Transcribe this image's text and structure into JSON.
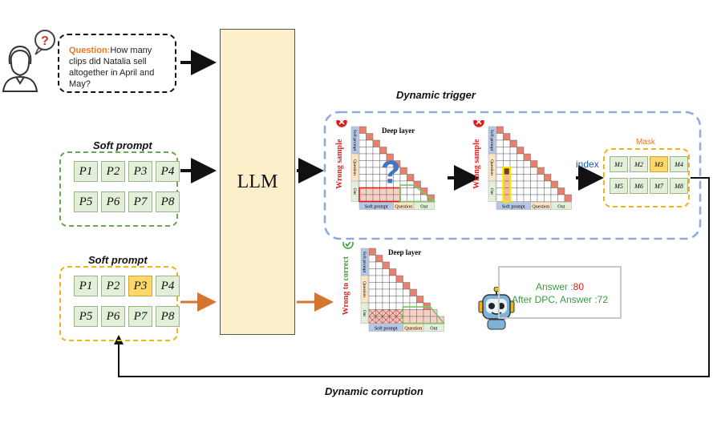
{
  "question": {
    "label": "Question:",
    "text": "How many clips did Natalia sell altogether in April and May?"
  },
  "llm_label": "LLM",
  "soft_prompt_top": {
    "title": "Soft prompt",
    "tokens": [
      "P1",
      "P2",
      "P3",
      "P4",
      "P5",
      "P6",
      "P7",
      "P8"
    ],
    "border_color": "#6aa84f"
  },
  "soft_prompt_bottom": {
    "title": "Soft prompt",
    "tokens": [
      "P1",
      "P2",
      "P3",
      "P4",
      "P5",
      "P6",
      "P7",
      "P8"
    ],
    "highlighted": "P3",
    "border_color": "#f1b21a"
  },
  "dynamic_trigger": {
    "title": "Dynamic trigger",
    "deep_layer": "Deep layer",
    "wrong_sample": "Wrong sample",
    "question_mark": "?",
    "x_labels": [
      "Soft prompt",
      "Question",
      "Out"
    ],
    "y_labels": [
      "Soft prompt",
      "Question",
      "Out"
    ],
    "index_label": "index",
    "mask": {
      "title": "Mask",
      "cells": [
        "M1",
        "M2",
        "M3",
        "M4",
        "M5",
        "M6",
        "M7",
        "M8"
      ],
      "highlighted": "M3"
    }
  },
  "correction": {
    "deep_layer": "Deep layer",
    "wrong_to": "Wrong to",
    "correct": "correct",
    "x_labels": [
      "Soft prompt",
      "Question",
      "Out"
    ],
    "y_labels": [
      "Soft prompt",
      "Question",
      "Out"
    ]
  },
  "answer": {
    "line1_prefix": "Answer :",
    "line1_value": "80",
    "line2": "After DPC, Answer :72"
  },
  "dynamic_corruption": "Dynamic corruption",
  "colors": {
    "accent_red": "#e01b1b",
    "green": "#3a9b3a",
    "blue_dash": "#8eaadb",
    "salmon": "#f4a99a",
    "salmon_dark": "#e8806e",
    "yellow": "#fcd86b",
    "llm_fill": "#fcefc9"
  }
}
